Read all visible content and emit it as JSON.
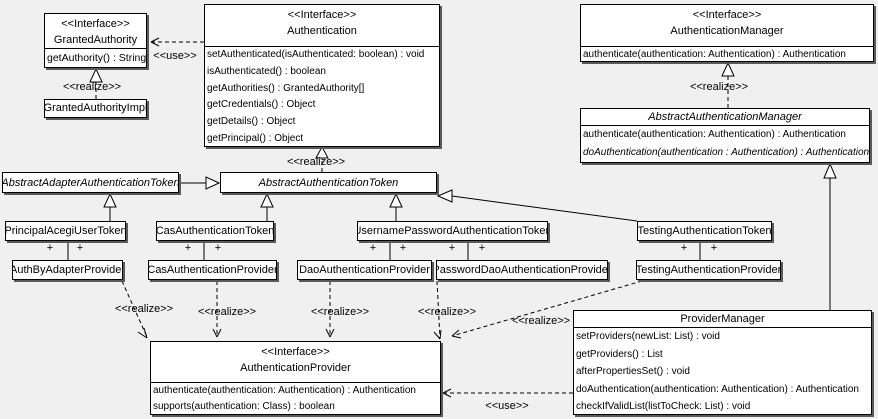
{
  "colors": {
    "background": "#f0f0f0",
    "box_fill": "#ffffff",
    "line": "#000000",
    "shadow": "#5a5a5a"
  },
  "labels": {
    "realize": "<<realize>>",
    "use": "<<use>>",
    "plus": "+"
  },
  "classes": {
    "granted_authority": {
      "stereotype": "<<Interface>>",
      "name": "GrantedAuthority",
      "methods": [
        "getAuthority() : String"
      ]
    },
    "granted_authority_impl": {
      "name": "GrantedAuthorityImpl"
    },
    "authentication": {
      "stereotype": "<<Interface>>",
      "name": "Authentication",
      "methods": [
        "setAuthenticated(isAuthenticated: boolean) : void",
        "isAuthenticated() : boolean",
        "getAuthorities() : GrantedAuthority[]",
        "getCredentials() : Object",
        "getDetails() : Object",
        "getPrincipal() : Object"
      ]
    },
    "authentication_manager": {
      "stereotype": "<<Interface>>",
      "name": "AuthenticationManager",
      "methods": [
        "authenticate(authentication: Authentication) : Authentication"
      ]
    },
    "abstract_authentication_manager": {
      "name": "AbstractAuthenticationManager",
      "abstract": true,
      "methods": [
        "authenticate(authentication: Authentication) : Authentication",
        "doAuthentication(authentication : Authentication) : Authentication"
      ]
    },
    "abstract_adapter_authentication_token": {
      "name": "AbstractAdapterAuthenticationToken",
      "abstract": true
    },
    "abstract_authentication_token": {
      "name": "AbstractAuthenticationToken",
      "abstract": true
    },
    "principal_acegi_user_token": {
      "name": "PrincipalAcegiUserToken"
    },
    "cas_authentication_token": {
      "name": "CasAuthenticationToken"
    },
    "username_password_authentication_token": {
      "name": "UsernamePasswordAuthenticationToken"
    },
    "testing_authentication_token": {
      "name": "TestingAuthenticationToken"
    },
    "auth_by_adapter_provider": {
      "name": "AuthByAdapterProvider"
    },
    "cas_authentication_provider": {
      "name": "CasAuthenticationProvider"
    },
    "dao_authentication_provider": {
      "name": "DaoAuthenticationProvider"
    },
    "password_dao_authentication_provider": {
      "name": "PasswordDaoAuthenticationProvider"
    },
    "testing_authentication_provider": {
      "name": "TestingAuthenticationProvider"
    },
    "authentication_provider": {
      "stereotype": "<<Interface>>",
      "name": "AuthenticationProvider",
      "methods": [
        "authenticate(authentication: Authentication) : Authentication",
        "supports(authentication: Class) : boolean"
      ]
    },
    "provider_manager": {
      "name": "ProviderManager",
      "methods": [
        "setProviders(newList: List) : void",
        "getProviders() : List",
        "afterPropertiesSet() : void",
        "doAuthentication(authentication: Authentication) : Authentication",
        "checkIfValidList(listToCheck: List) : void"
      ]
    }
  },
  "relationships": [
    {
      "from": "Authentication",
      "to": "GrantedAuthority",
      "type": "use"
    },
    {
      "from": "GrantedAuthorityImpl",
      "to": "GrantedAuthority",
      "type": "realize"
    },
    {
      "from": "AbstractAuthenticationToken",
      "to": "Authentication",
      "type": "realize"
    },
    {
      "from": "AbstractAuthenticationManager",
      "to": "AuthenticationManager",
      "type": "realize"
    },
    {
      "from": "AbstractAdapterAuthenticationToken",
      "to": "AbstractAuthenticationToken",
      "type": "generalization"
    },
    {
      "from": "PrincipalAcegiUserToken",
      "to": "AbstractAdapterAuthenticationToken",
      "type": "generalization"
    },
    {
      "from": "CasAuthenticationToken",
      "to": "AbstractAuthenticationToken",
      "type": "generalization"
    },
    {
      "from": "UsernamePasswordAuthenticationToken",
      "to": "AbstractAuthenticationToken",
      "type": "generalization"
    },
    {
      "from": "TestingAuthenticationToken",
      "to": "AbstractAuthenticationToken",
      "type": "generalization"
    },
    {
      "from": "ProviderManager",
      "to": "AbstractAuthenticationManager",
      "type": "generalization"
    },
    {
      "from": "PrincipalAcegiUserToken",
      "to": "AuthByAdapterProvider",
      "type": "association",
      "end_labels": [
        "+",
        "+"
      ]
    },
    {
      "from": "CasAuthenticationToken",
      "to": "CasAuthenticationProvider",
      "type": "association",
      "end_labels": [
        "+",
        "+"
      ]
    },
    {
      "from": "UsernamePasswordAuthenticationToken",
      "to": "DaoAuthenticationProvider",
      "type": "association",
      "end_labels": [
        "+",
        "+"
      ]
    },
    {
      "from": "UsernamePasswordAuthenticationToken",
      "to": "PasswordDaoAuthenticationProvider",
      "type": "association",
      "end_labels": [
        "+",
        "+"
      ]
    },
    {
      "from": "TestingAuthenticationToken",
      "to": "TestingAuthenticationProvider",
      "type": "association",
      "end_labels": [
        "+",
        "+"
      ]
    },
    {
      "from": "AuthByAdapterProvider",
      "to": "AuthenticationProvider",
      "type": "realize"
    },
    {
      "from": "CasAuthenticationProvider",
      "to": "AuthenticationProvider",
      "type": "realize"
    },
    {
      "from": "DaoAuthenticationProvider",
      "to": "AuthenticationProvider",
      "type": "realize"
    },
    {
      "from": "PasswordDaoAuthenticationProvider",
      "to": "AuthenticationProvider",
      "type": "realize"
    },
    {
      "from": "TestingAuthenticationProvider",
      "to": "AuthenticationProvider",
      "type": "realize"
    },
    {
      "from": "ProviderManager",
      "to": "AuthenticationProvider",
      "type": "use"
    }
  ]
}
